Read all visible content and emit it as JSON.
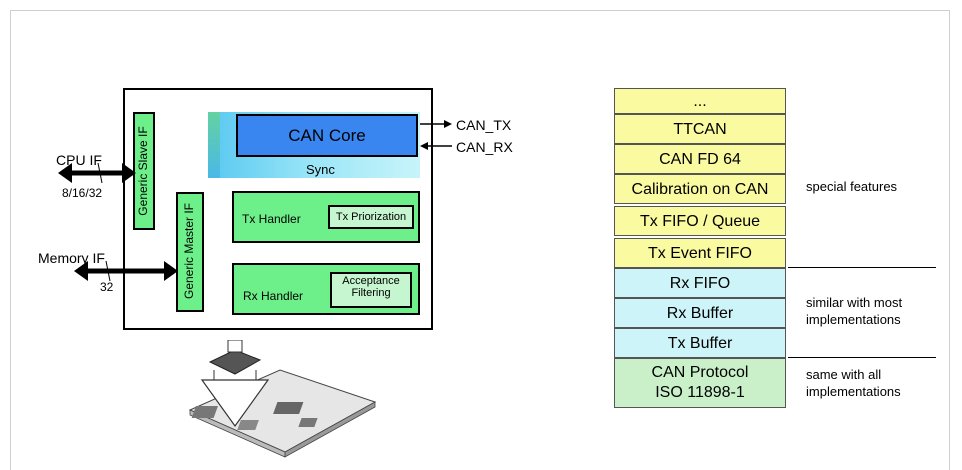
{
  "diagram": {
    "can_core": "CAN Core",
    "sync": "Sync",
    "can_tx": "CAN_TX",
    "can_rx": "CAN_RX",
    "generic_slave_if": "Generic Slave IF",
    "generic_master_if": "Generic Master IF",
    "tx_handler": "Tx Handler",
    "tx_priorization": "Tx Priorization",
    "rx_handler": "Rx Handler",
    "acceptance_filtering": "Acceptance Filtering",
    "cpu_if": "CPU IF",
    "cpu_width": "8/16/32",
    "memory_if": "Memory IF",
    "memory_width": "32"
  },
  "stack": {
    "rows": [
      "...",
      "TTCAN",
      "CAN FD 64",
      "Calibration on CAN",
      "Tx FIFO / Queue",
      "Tx Event FIFO",
      "Rx FIFO",
      "Rx Buffer",
      "Tx Buffer"
    ],
    "protocol_line1": "CAN Protocol",
    "protocol_line2": "ISO 11898-1",
    "notes": {
      "special": "special features",
      "similar_line1": "similar with most",
      "similar_line2": "implementations",
      "same_line1": "same with all",
      "same_line2": "implementations"
    }
  },
  "colors": {
    "yellow": "#fafaa0",
    "cyan": "#cdf4f8",
    "light_green": "#c9f0c9",
    "green": "#6df08a",
    "can_core_blue": "#3a86f0"
  }
}
